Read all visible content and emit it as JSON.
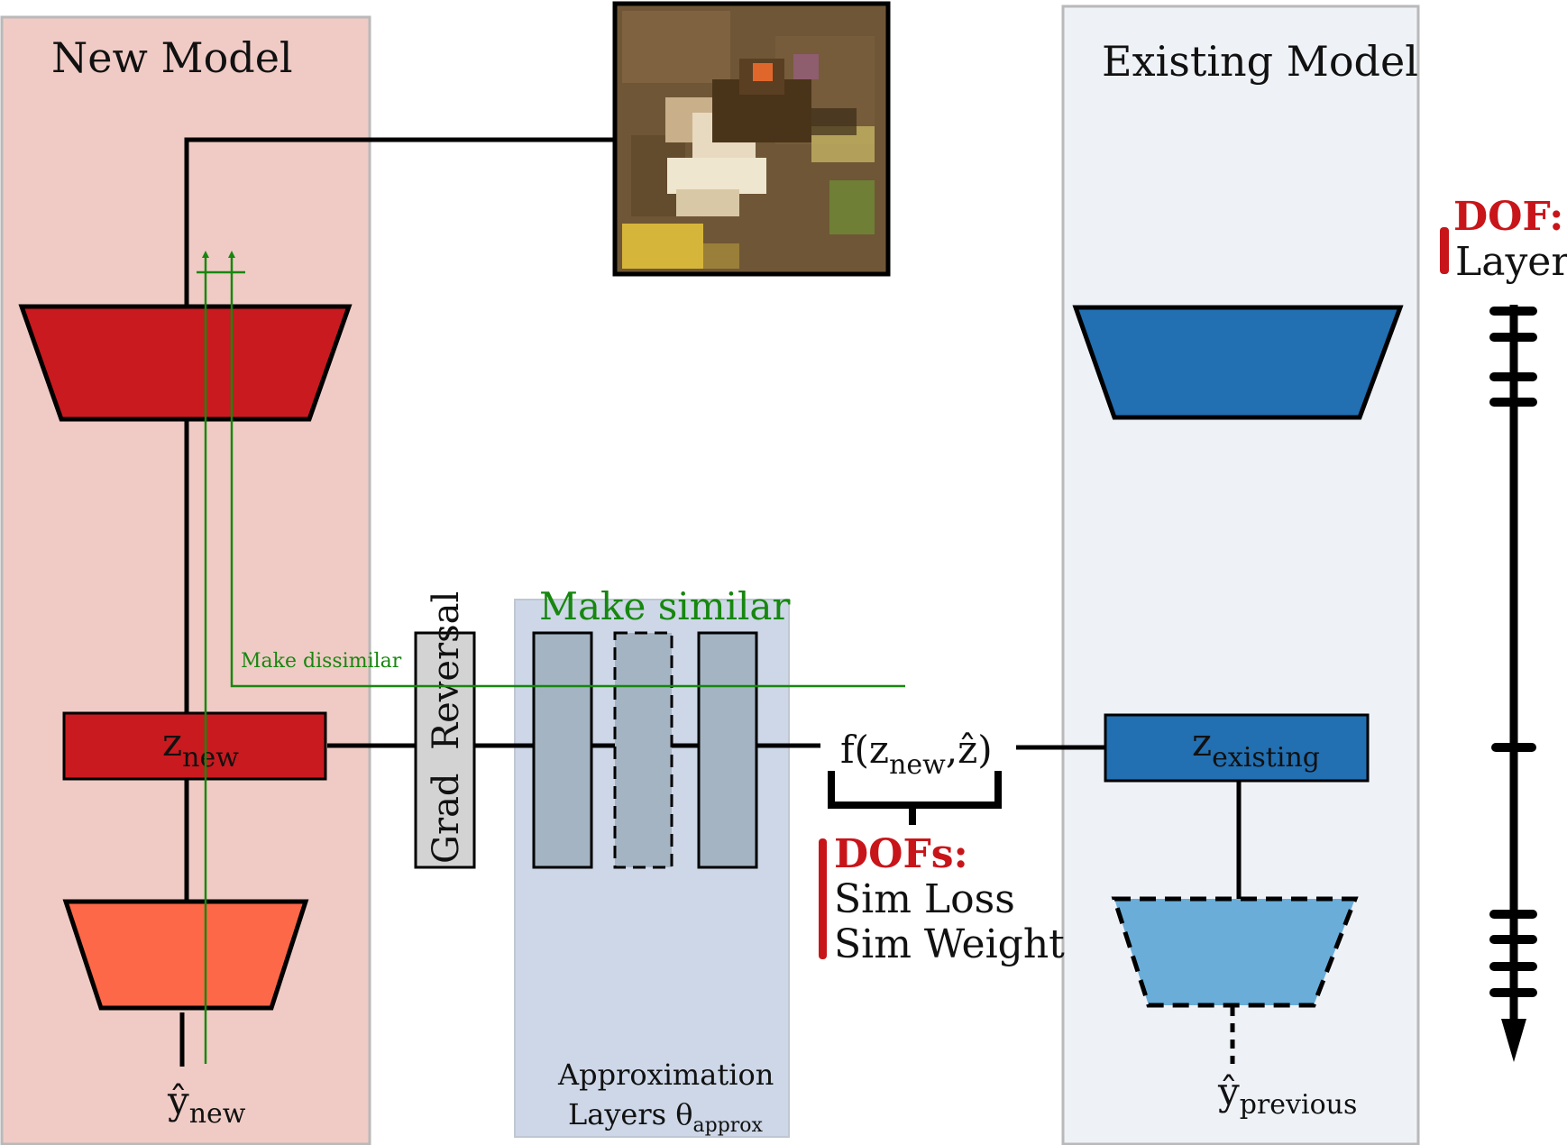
{
  "new_model": {
    "title": "New Model",
    "latent_label": "z",
    "latent_sub": "new",
    "output_label": "ŷ",
    "output_sub": "new"
  },
  "existing_model": {
    "title": "Existing Model",
    "latent_label": "z",
    "latent_sub": "existing",
    "output_label": "ŷ",
    "output_sub": "previous"
  },
  "grad_reversal": {
    "label": "Grad  Reversal"
  },
  "approximation": {
    "title": "Make similar",
    "caption_line1": "Approximation",
    "caption_line2": "Layers θ",
    "caption_sub": "approx"
  },
  "make_dissimilar": {
    "label": "Make dissimilar"
  },
  "similarity": {
    "f_prefix": "f(z",
    "f_sub": "new",
    "f_suffix": ",ẑ)"
  },
  "dofs_middle": {
    "heading": "DOFs:",
    "items": [
      "Sim Loss",
      "Sim Weight"
    ]
  },
  "dof_right": {
    "heading": "DOF:",
    "label": "Layer"
  },
  "colors": {
    "new_panel": "#f0cbc5",
    "existing_panel": "#eef1f6",
    "approx_panel": "#cdd7e7",
    "new_encoder": "#c91a1f",
    "new_head": "#fd6848",
    "existing_encoder": "#226fb1",
    "existing_head": "#69add8",
    "approx_layer": "#a4b4c3",
    "green": "#17870f",
    "dof_red": "#c8151a"
  }
}
